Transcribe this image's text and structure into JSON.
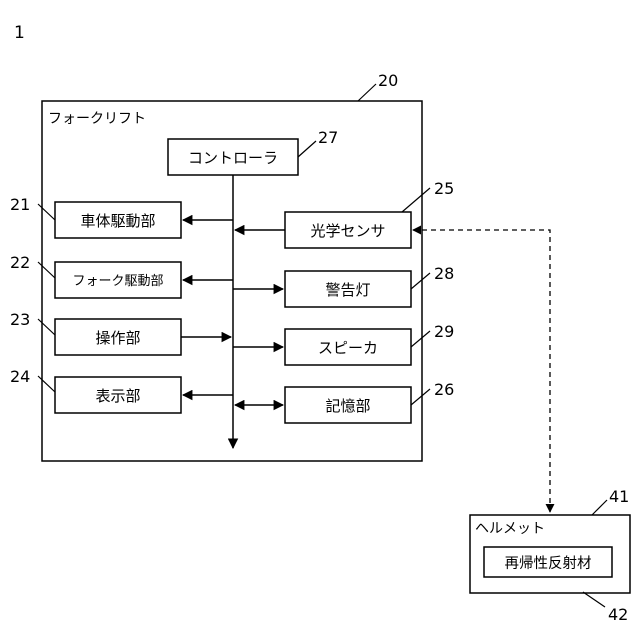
{
  "figure_number": "1",
  "forklift": {
    "ref": "20",
    "title": "フォークリフト"
  },
  "controller": {
    "ref": "27",
    "label": "コントローラ"
  },
  "left_blocks": [
    {
      "ref": "21",
      "label": "車体駆動部"
    },
    {
      "ref": "22",
      "label": "フォーク駆動部"
    },
    {
      "ref": "23",
      "label": "操作部"
    },
    {
      "ref": "24",
      "label": "表示部"
    }
  ],
  "right_blocks": [
    {
      "ref": "25",
      "label": "光学センサ"
    },
    {
      "ref": "28",
      "label": "警告灯"
    },
    {
      "ref": "29",
      "label": "スピーカ"
    },
    {
      "ref": "26",
      "label": "記憶部"
    }
  ],
  "helmet": {
    "ref": "41",
    "title": "ヘルメット"
  },
  "reflector": {
    "ref": "42",
    "label": "再帰性反射材"
  }
}
